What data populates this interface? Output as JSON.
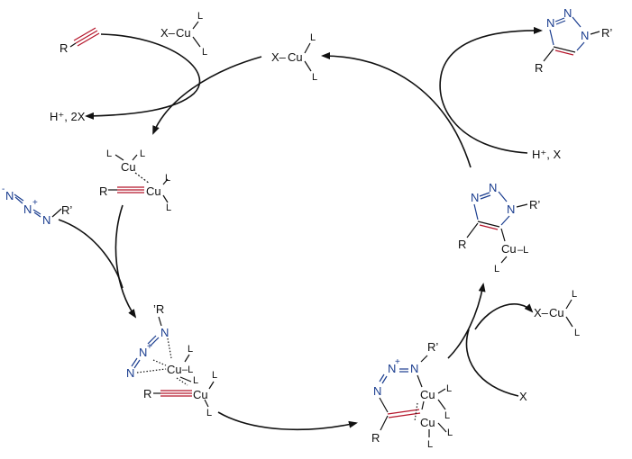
{
  "labels": {
    "R": "R",
    "R_prime": "R’",
    "prime_R": "’R",
    "X": "X",
    "L": "L",
    "Cu": "Cu",
    "N": "N",
    "N_plus": "N",
    "plus": "+",
    "minus": "-",
    "H_plus_2X": "H⁺, 2X",
    "H_plus_X": "H⁺, X",
    "X_dash": "X–",
    "dash_L": "–L"
  },
  "colors": {
    "bond": "#111111",
    "nitrogen": "#1a3d8f",
    "highlight": "#b5162b"
  }
}
